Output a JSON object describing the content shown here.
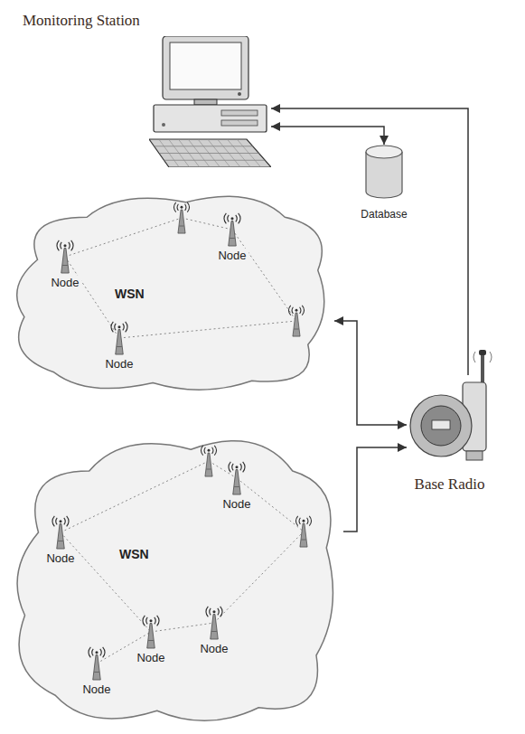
{
  "diagram": {
    "nodes": [
      {
        "text": [
          "Monitoring Station"
        ]
      },
      {
        "text": [
          "Database"
        ]
      },
      {
        "text": [
          "WSN"
        ]
      },
      {
        "text": [
          "Node"
        ],
        "in": 2
      },
      {
        "text": [
          "Node"
        ],
        "in": 2
      },
      {
        "text": [
          "Node"
        ],
        "in": 2
      },
      {
        "text": [
          "Base Radio"
        ]
      },
      {
        "text": [
          "WSN"
        ]
      },
      {
        "text": [
          "Node"
        ],
        "in": 7
      },
      {
        "text": [
          "Node"
        ],
        "in": 7
      },
      {
        "text": [
          "Node"
        ],
        "in": 7
      },
      {
        "text": [
          "Node"
        ],
        "in": 7
      },
      {
        "text": [
          "Node"
        ],
        "in": 7
      }
    ],
    "edges": [
      {
        "from": 2,
        "to": 6,
        "arrow": "both"
      },
      {
        "from": 7,
        "to": 6,
        "arrow": "to"
      },
      {
        "from": 6,
        "to": 0,
        "arrow": "to"
      },
      {
        "from": 0,
        "to": 1,
        "arrow": "both"
      }
    ]
  }
}
